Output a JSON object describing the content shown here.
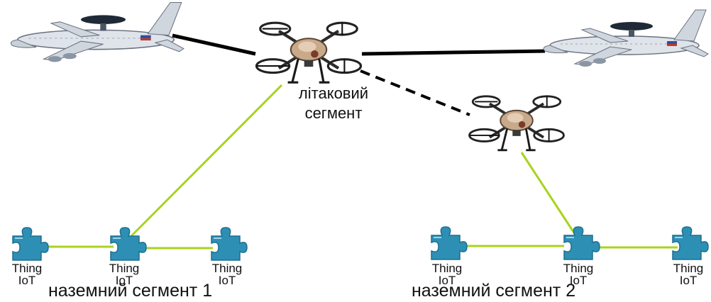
{
  "labels": {
    "air_segment_line1": "літаковий",
    "air_segment_line2": "сегмент",
    "ground_segment_1": "наземний сегмент 1",
    "ground_segment_2": "наземний сегмент 2"
  },
  "things": [
    {
      "line1": "Thing",
      "line2": "IoT"
    },
    {
      "line1": "Thing",
      "line2": "IoT"
    },
    {
      "line1": "Thing",
      "line2": "IoT"
    },
    {
      "line1": "Thing",
      "line2": "IoT"
    },
    {
      "line1": "Thing",
      "line2": "IoT"
    },
    {
      "line1": "Thing",
      "line2": "IoT"
    }
  ],
  "colors": {
    "iot_link": "#a8d41c",
    "air_link": "#000000",
    "puzzle": "#2e8fb5",
    "puzzle_dark": "#1d6f8f"
  },
  "icons": [
    "aircraft-icon",
    "drone-icon",
    "puzzle-piece-icon"
  ]
}
